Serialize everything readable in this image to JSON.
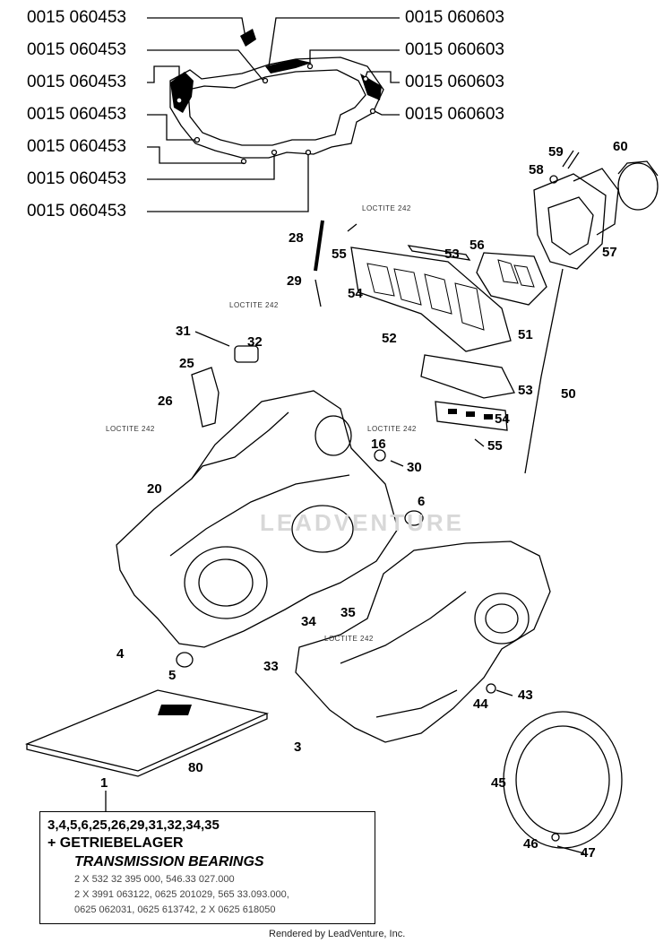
{
  "gasket_callouts_left": [
    {
      "label": "0015 060453"
    },
    {
      "label": "0015 060453"
    },
    {
      "label": "0015 060453"
    },
    {
      "label": "0015 060453"
    },
    {
      "label": "0015 060453"
    },
    {
      "label": "0015 060453"
    },
    {
      "label": "0015 060453"
    }
  ],
  "gasket_callouts_right": [
    {
      "label": "0015 060603"
    },
    {
      "label": "0015 060603"
    },
    {
      "label": "0015 060603"
    },
    {
      "label": "0015 060603"
    }
  ],
  "part_numbers": {
    "p59": "59",
    "p60": "60",
    "p58": "58",
    "p57": "57",
    "p28": "28",
    "p55a": "55",
    "p53a": "53",
    "p56": "56",
    "p29": "29",
    "p54a": "54",
    "p51": "51",
    "p52": "52",
    "p31": "31",
    "p32": "32",
    "p25": "25",
    "p53b": "53",
    "p50": "50",
    "p26": "26",
    "p54b": "54",
    "p16": "16",
    "p55b": "55",
    "p30": "30",
    "p20": "20",
    "p6": "6",
    "p34": "34",
    "p35": "35",
    "p4": "4",
    "p5": "5",
    "p33": "33",
    "p43": "43",
    "p44": "44",
    "p3": "3",
    "p80": "80",
    "p45": "45",
    "p1": "1",
    "p46": "46",
    "p47": "47"
  },
  "loctite_labels": {
    "l1": "LOCTITE 242",
    "l2": "LOCTITE 242",
    "l3": "LOCTITE 242",
    "l4": "LOCTITE 242",
    "l5": "LOCTITE 242"
  },
  "watermark": "LEADVENTURE",
  "kit": {
    "parts_list": "3,4,5,6,25,26,29,31,32,34,35",
    "german": "+ GETRIEBELAGER",
    "english": "TRANSMISSION BEARINGS",
    "pn_lines": [
      "2 X 532 32 395 000, 546.33 027.000",
      "2 X 3991 063122, 0625 201029, 565 33.093.000,",
      "0625 062031, 0625 613742, 2 X 0625 618050"
    ]
  },
  "footer": "Rendered by LeadVenture, Inc."
}
